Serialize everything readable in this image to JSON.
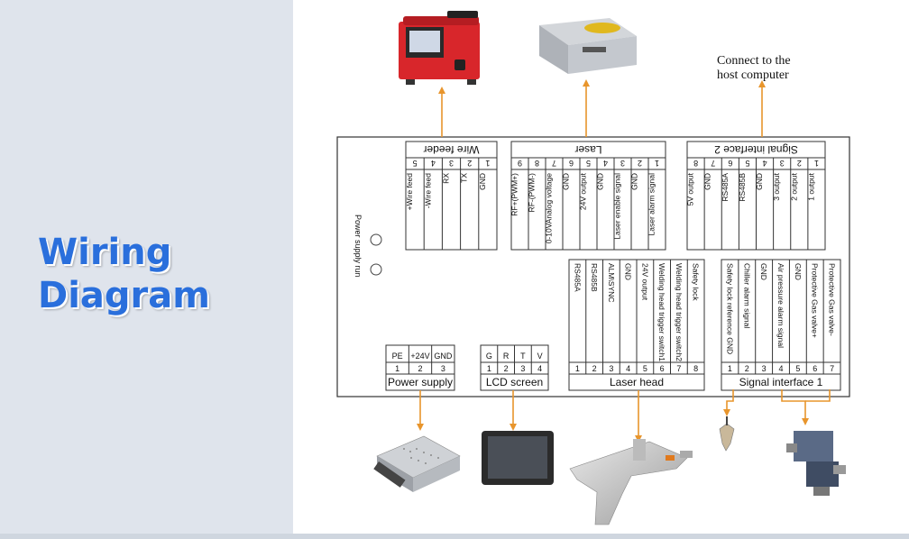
{
  "title": {
    "line1": "Wiring",
    "line2": "Diagram"
  },
  "host_note": {
    "line1": "Connect to the",
    "line2": "host computer"
  },
  "board_label": "Power supply  run",
  "wire_feeder": {
    "title": "Wire feeder",
    "pins": [
      {
        "num": "5",
        "label": "+Wire feed"
      },
      {
        "num": "4",
        "label": "-Wire feed"
      },
      {
        "num": "3",
        "label": "RX"
      },
      {
        "num": "2",
        "label": "TX"
      },
      {
        "num": "1",
        "label": "GND"
      }
    ]
  },
  "laser": {
    "title": "Laser",
    "pins": [
      {
        "num": "9",
        "label": "RF+(PWM+)"
      },
      {
        "num": "8",
        "label": "RF-(PWM-)"
      },
      {
        "num": "7",
        "label": "0-10VAnalog voltage"
      },
      {
        "num": "6",
        "label": "GND"
      },
      {
        "num": "5",
        "label": "24V output"
      },
      {
        "num": "4",
        "label": "GND"
      },
      {
        "num": "3",
        "label": "Laser enable signal"
      },
      {
        "num": "2",
        "label": "GND"
      },
      {
        "num": "1",
        "label": "Laser alarm signal"
      }
    ]
  },
  "signal2": {
    "title": "Signal interface 2",
    "pins": [
      {
        "num": "8",
        "label": "5V output"
      },
      {
        "num": "7",
        "label": "GND"
      },
      {
        "num": "6",
        "label": "RS485A"
      },
      {
        "num": "5",
        "label": "RS485B"
      },
      {
        "num": "4",
        "label": "GND"
      },
      {
        "num": "3",
        "label": "3 output"
      },
      {
        "num": "2",
        "label": "2 output"
      },
      {
        "num": "1",
        "label": "1 output"
      }
    ]
  },
  "power_supply": {
    "title": "Power supply",
    "pins": [
      {
        "num": "1",
        "label": "PE"
      },
      {
        "num": "2",
        "label": "+24V"
      },
      {
        "num": "3",
        "label": "GND"
      }
    ]
  },
  "lcd": {
    "title": "LCD screen",
    "pins": [
      {
        "num": "1",
        "label": "G"
      },
      {
        "num": "2",
        "label": "R"
      },
      {
        "num": "3",
        "label": "T"
      },
      {
        "num": "4",
        "label": "V"
      }
    ]
  },
  "laser_head": {
    "title": "Laser head",
    "pins": [
      {
        "num": "1",
        "label": "RS485A"
      },
      {
        "num": "2",
        "label": "RS485B"
      },
      {
        "num": "3",
        "label": "ALM\\SYNC"
      },
      {
        "num": "4",
        "label": "GND"
      },
      {
        "num": "5",
        "label": "24V output"
      },
      {
        "num": "6",
        "label": "Welding head trigger switch1"
      },
      {
        "num": "7",
        "label": "Welding head trigger switch2"
      },
      {
        "num": "8",
        "label": "Safety lock"
      }
    ]
  },
  "signal1": {
    "title": "Signal interface 1",
    "pins": [
      {
        "num": "1",
        "label": "Safety lock reference GND"
      },
      {
        "num": "2",
        "label": "Chiller alarm signal"
      },
      {
        "num": "3",
        "label": "GND"
      },
      {
        "num": "4",
        "label": "Air pressure alarm signal"
      },
      {
        "num": "5",
        "label": "GND"
      },
      {
        "num": "6",
        "label": "Protective Gas valve+"
      },
      {
        "num": "7",
        "label": "Protective Gas valve-"
      }
    ]
  },
  "colors": {
    "arrow": "#e8952c",
    "title": "#2a6fdc",
    "line": "#333333"
  }
}
